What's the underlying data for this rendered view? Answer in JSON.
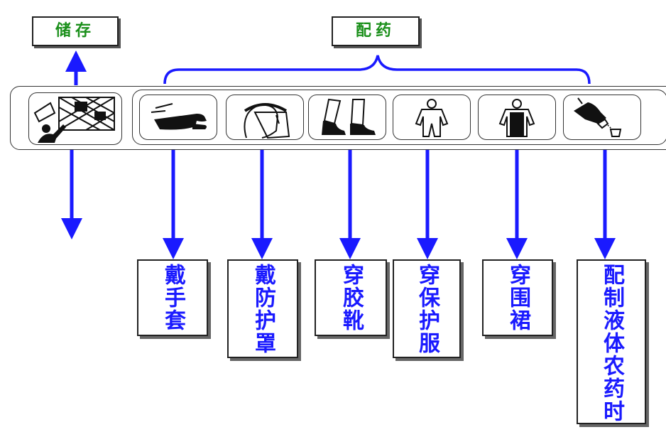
{
  "storage_label": "储存",
  "mixing_label": "配药",
  "icon_names": {
    "storage": "storage-warning-icon",
    "gloves": "gloves-icon",
    "mask": "face-shield-icon",
    "boots": "boots-icon",
    "suit": "protective-suit-icon",
    "apron": "apron-icon",
    "pouring": "pouring-liquid-icon"
  },
  "labels": [
    {
      "id": "gloves",
      "text": "戴手套"
    },
    {
      "id": "mask",
      "text": "戴防护罩"
    },
    {
      "id": "boots",
      "text": "穿胶靴"
    },
    {
      "id": "suit",
      "text": "穿保护服"
    },
    {
      "id": "apron",
      "text": "穿围裙"
    },
    {
      "id": "pouring",
      "text": "配制液体农药时"
    }
  ],
  "colors": {
    "arrow": "#1a1aff",
    "label_text": "#1a1aff",
    "header_text": "#1a8f1a"
  }
}
